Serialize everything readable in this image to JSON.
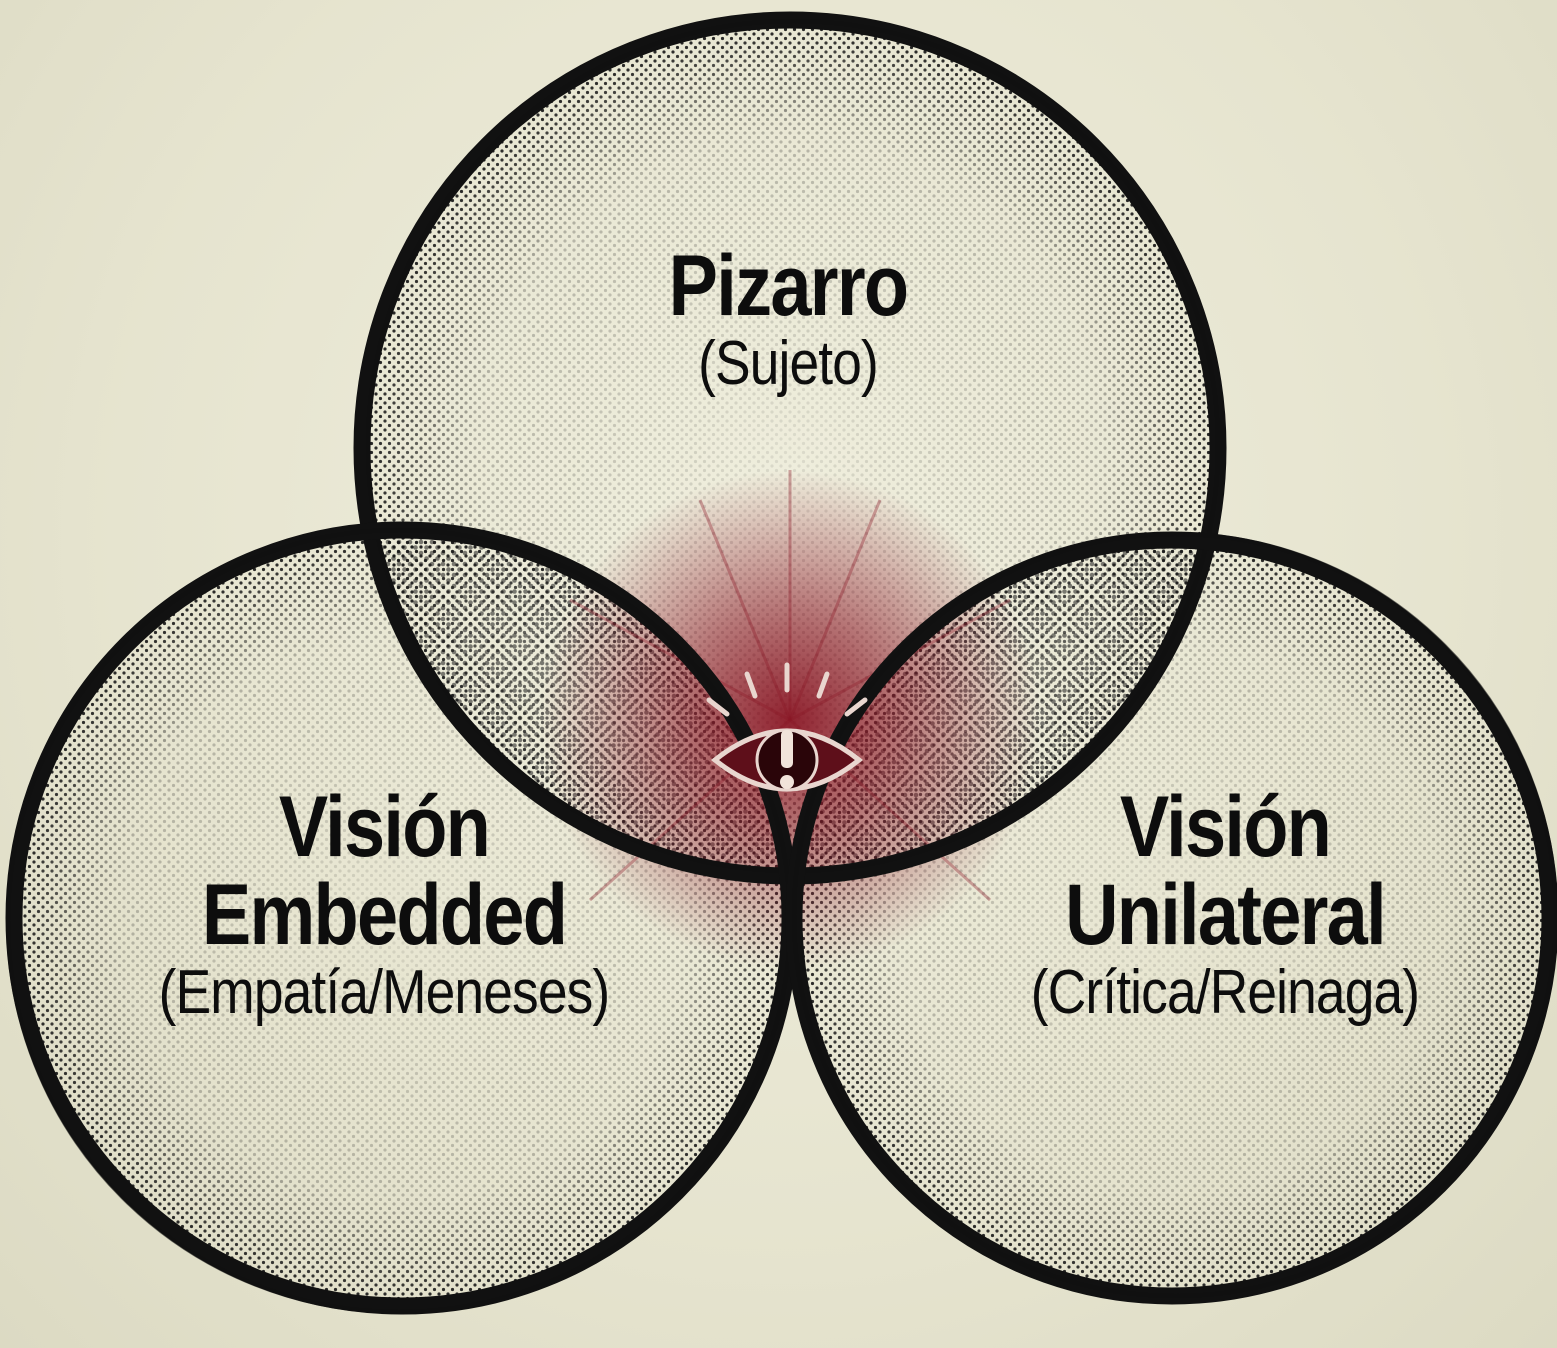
{
  "diagram": {
    "type": "venn",
    "circles": [
      {
        "id": "top",
        "name": "Pizarro",
        "subtitle": "(Sujeto)"
      },
      {
        "id": "left",
        "name_line1": "Visión",
        "name_line2": "Embedded",
        "subtitle": "(Empatía/Meneses)"
      },
      {
        "id": "right",
        "name_line1": "Visión",
        "name_line2": "Unilateral",
        "subtitle": "(Crítica/Reinaga)"
      }
    ],
    "center_icon": "eye-alert-icon",
    "colors": {
      "background": "#e8e6d2",
      "outline": "#111111",
      "center_highlight": "#7a1a26",
      "halftone": "#1a1a1a"
    }
  }
}
